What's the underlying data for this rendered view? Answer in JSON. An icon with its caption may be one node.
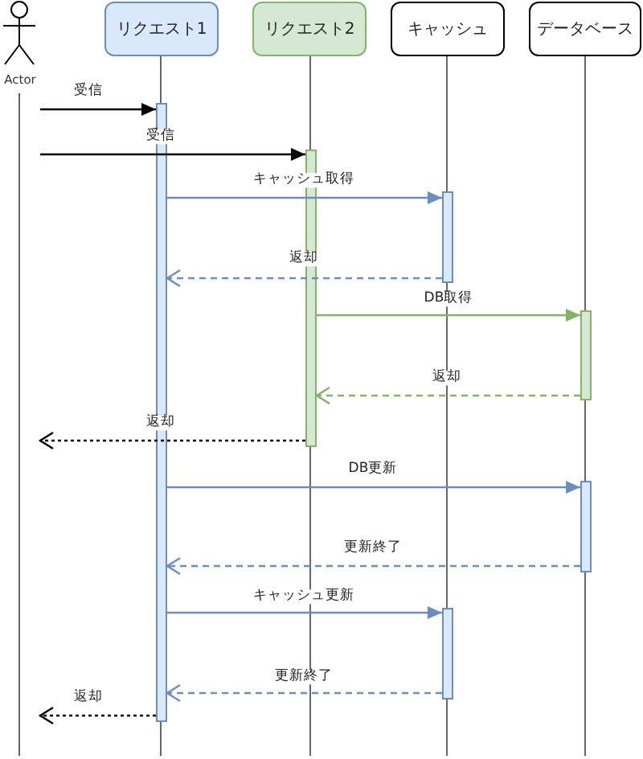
{
  "diagram": {
    "nodes": [
      {
        "text": [
          "Actor"
        ]
      },
      {
        "text": [
          "リクエスト1"
        ]
      },
      {
        "text": [
          "リクエスト2"
        ]
      },
      {
        "text": [
          "キャッシュ"
        ]
      },
      {
        "text": [
          "データベース"
        ]
      },
      {
        "text": [],
        "shape": "bar"
      },
      {
        "text": [],
        "shape": "bar"
      },
      {
        "text": [],
        "shape": "bar"
      },
      {
        "text": [],
        "shape": "bar"
      },
      {
        "text": [],
        "shape": "bar"
      },
      {
        "text": [],
        "shape": "bar"
      }
    ],
    "edges": [
      {
        "from": 0,
        "to": 5,
        "arrow": "to",
        "label": "受信",
        "color": "#000000"
      },
      {
        "from": 0,
        "to": 6,
        "arrow": "to",
        "label": "受信",
        "color": "#000000"
      },
      {
        "from": 5,
        "to": 7,
        "arrow": "to",
        "label": "キャッシュ取得"
      },
      {
        "from": 7,
        "to": 5,
        "arrow": "to",
        "label": "返却",
        "style": "dashed"
      },
      {
        "from": 6,
        "to": 8,
        "arrow": "to",
        "label": "DB取得",
        "color": "#82b366"
      },
      {
        "from": 8,
        "to": 6,
        "arrow": "to",
        "label": "返却",
        "style": "dashed",
        "color": "#82b366"
      },
      {
        "from": 6,
        "to": 0,
        "arrow": "to",
        "label": "返却",
        "style": "dashed",
        "color": "#000000"
      },
      {
        "from": 5,
        "to": 9,
        "arrow": "to",
        "label": "DB更新"
      },
      {
        "from": 9,
        "to": 5,
        "arrow": "to",
        "label": "更新終了",
        "style": "dashed"
      },
      {
        "from": 5,
        "to": 10,
        "arrow": "to",
        "label": "キャッシュ更新"
      },
      {
        "from": 10,
        "to": 5,
        "arrow": "to",
        "label": "更新終了",
        "style": "dashed"
      },
      {
        "from": 5,
        "to": 0,
        "arrow": "to",
        "label": "返却",
        "style": "dashed",
        "color": "#000000"
      }
    ]
  }
}
